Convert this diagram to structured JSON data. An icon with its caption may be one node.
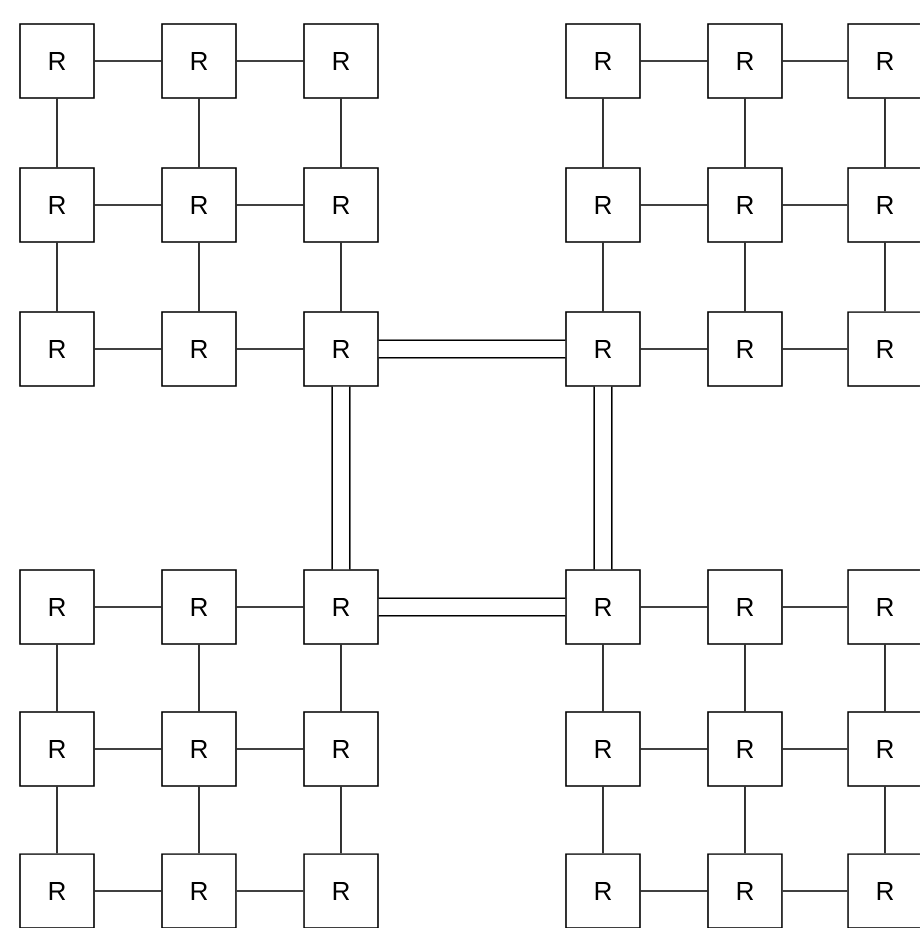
{
  "diagram": {
    "nodes": [
      {
        "text": [
          "R"
        ]
      },
      {
        "text": [
          "R"
        ]
      },
      {
        "text": [
          "R"
        ]
      },
      {
        "text": [
          "R"
        ]
      },
      {
        "text": [
          "R"
        ]
      },
      {
        "text": [
          "R"
        ]
      },
      {
        "text": [
          "R"
        ]
      },
      {
        "text": [
          "R"
        ]
      },
      {
        "text": [
          "R"
        ]
      },
      {
        "text": [
          "R"
        ]
      },
      {
        "text": [
          "R"
        ]
      },
      {
        "text": [
          "R"
        ]
      },
      {
        "text": [
          "R"
        ]
      },
      {
        "text": [
          "R"
        ]
      },
      {
        "text": [
          "R"
        ]
      },
      {
        "text": [
          "R"
        ]
      },
      {
        "text": [
          "R"
        ]
      },
      {
        "text": [
          "R"
        ]
      },
      {
        "text": [
          "R"
        ]
      },
      {
        "text": [
          "R"
        ]
      },
      {
        "text": [
          "R"
        ]
      },
      {
        "text": [
          "R"
        ]
      },
      {
        "text": [
          "R"
        ]
      },
      {
        "text": [
          "R"
        ]
      },
      {
        "text": [
          "R"
        ]
      },
      {
        "text": [
          "R"
        ]
      },
      {
        "text": [
          "R"
        ]
      },
      {
        "text": [
          "R"
        ]
      },
      {
        "text": [
          "R"
        ]
      },
      {
        "text": [
          "R"
        ]
      },
      {
        "text": [
          "R"
        ]
      },
      {
        "text": [
          "R"
        ]
      },
      {
        "text": [
          "R"
        ]
      },
      {
        "text": [
          "R"
        ]
      },
      {
        "text": [
          "R"
        ]
      },
      {
        "text": [
          "R"
        ]
      }
    ],
    "edges": [
      {
        "from": 0,
        "to": 1,
        "arrow": "none"
      },
      {
        "from": 1,
        "to": 2,
        "arrow": "none"
      },
      {
        "from": 3,
        "to": 4,
        "arrow": "none"
      },
      {
        "from": 4,
        "to": 5,
        "arrow": "none"
      },
      {
        "from": 0,
        "to": 6,
        "arrow": "none"
      },
      {
        "from": 1,
        "to": 7,
        "arrow": "none"
      },
      {
        "from": 2,
        "to": 8,
        "arrow": "none"
      },
      {
        "from": 3,
        "to": 9,
        "arrow": "none"
      },
      {
        "from": 4,
        "to": 10,
        "arrow": "none"
      },
      {
        "from": 5,
        "to": 11,
        "arrow": "none"
      },
      {
        "from": 6,
        "to": 7,
        "arrow": "none"
      },
      {
        "from": 7,
        "to": 8,
        "arrow": "none"
      },
      {
        "from": 9,
        "to": 10,
        "arrow": "none"
      },
      {
        "from": 10,
        "to": 11,
        "arrow": "none"
      },
      {
        "from": 6,
        "to": 12,
        "arrow": "none"
      },
      {
        "from": 7,
        "to": 13,
        "arrow": "none"
      },
      {
        "from": 8,
        "to": 14,
        "arrow": "none"
      },
      {
        "from": 9,
        "to": 15,
        "arrow": "none"
      },
      {
        "from": 10,
        "to": 16,
        "arrow": "none"
      },
      {
        "from": 11,
        "to": 17,
        "arrow": "none"
      },
      {
        "from": 12,
        "to": 13,
        "arrow": "none"
      },
      {
        "from": 13,
        "to": 14,
        "arrow": "none"
      },
      {
        "from": 14,
        "to": 15,
        "arrow": "none",
        "style": "thick"
      },
      {
        "from": 15,
        "to": 16,
        "arrow": "none"
      },
      {
        "from": 16,
        "to": 17,
        "arrow": "none"
      },
      {
        "from": 14,
        "to": 20,
        "arrow": "none",
        "style": "thick"
      },
      {
        "from": 15,
        "to": 21,
        "arrow": "none",
        "style": "thick"
      },
      {
        "from": 18,
        "to": 19,
        "arrow": "none"
      },
      {
        "from": 19,
        "to": 20,
        "arrow": "none"
      },
      {
        "from": 20,
        "to": 21,
        "arrow": "none",
        "style": "thick"
      },
      {
        "from": 21,
        "to": 22,
        "arrow": "none"
      },
      {
        "from": 22,
        "to": 23,
        "arrow": "none"
      },
      {
        "from": 18,
        "to": 24,
        "arrow": "none"
      },
      {
        "from": 19,
        "to": 25,
        "arrow": "none"
      },
      {
        "from": 20,
        "to": 26,
        "arrow": "none"
      },
      {
        "from": 21,
        "to": 27,
        "arrow": "none"
      },
      {
        "from": 22,
        "to": 28,
        "arrow": "none"
      },
      {
        "from": 23,
        "to": 29,
        "arrow": "none"
      },
      {
        "from": 24,
        "to": 25,
        "arrow": "none"
      },
      {
        "from": 25,
        "to": 26,
        "arrow": "none"
      },
      {
        "from": 27,
        "to": 28,
        "arrow": "none"
      },
      {
        "from": 28,
        "to": 29,
        "arrow": "none"
      },
      {
        "from": 24,
        "to": 30,
        "arrow": "none"
      },
      {
        "from": 25,
        "to": 31,
        "arrow": "none"
      },
      {
        "from": 26,
        "to": 32,
        "arrow": "none"
      },
      {
        "from": 27,
        "to": 33,
        "arrow": "none"
      },
      {
        "from": 28,
        "to": 34,
        "arrow": "none"
      },
      {
        "from": 29,
        "to": 35,
        "arrow": "none"
      },
      {
        "from": 30,
        "to": 31,
        "arrow": "none"
      },
      {
        "from": 31,
        "to": 32,
        "arrow": "none"
      },
      {
        "from": 33,
        "to": 34,
        "arrow": "none"
      },
      {
        "from": 34,
        "to": 35,
        "arrow": "none"
      }
    ]
  }
}
